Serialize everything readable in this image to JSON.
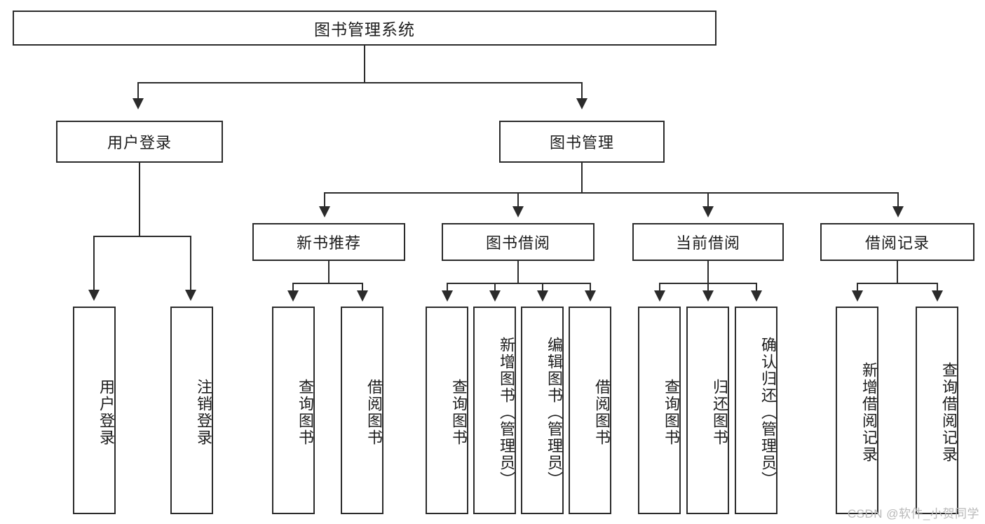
{
  "diagram": {
    "title": "图书管理系统",
    "watermark": "CSDN @软件_小贺同学",
    "colors": {
      "stroke": "#2b2b2b",
      "box_fill": "#ffffff",
      "text": "#1d1d1d",
      "watermark": "#b9b9b9",
      "background": "#ffffff"
    },
    "root": {
      "label": "图书管理系统"
    },
    "level2": [
      {
        "label": "用户登录"
      },
      {
        "label": "图书管理"
      }
    ],
    "level3": [
      {
        "label": "新书推荐"
      },
      {
        "label": "图书借阅"
      },
      {
        "label": "当前借阅"
      },
      {
        "label": "借阅记录"
      }
    ],
    "leaves": {
      "user_login": [
        {
          "label": "用户登录"
        },
        {
          "label": "注销登录"
        }
      ],
      "new_book_recommend": [
        {
          "label": "查询图书"
        },
        {
          "label": "借阅图书"
        }
      ],
      "book_borrow": [
        {
          "label": "查询图书"
        },
        {
          "label": "新增图书（管理员）"
        },
        {
          "label": "编辑图书（管理员）"
        },
        {
          "label": "借阅图书"
        }
      ],
      "current_borrow": [
        {
          "label": "查询图书"
        },
        {
          "label": "归还图书"
        },
        {
          "label": "确认归还（管理员）"
        }
      ],
      "borrow_record": [
        {
          "label": "新增借阅记录"
        },
        {
          "label": "查询借阅记录"
        }
      ]
    }
  }
}
